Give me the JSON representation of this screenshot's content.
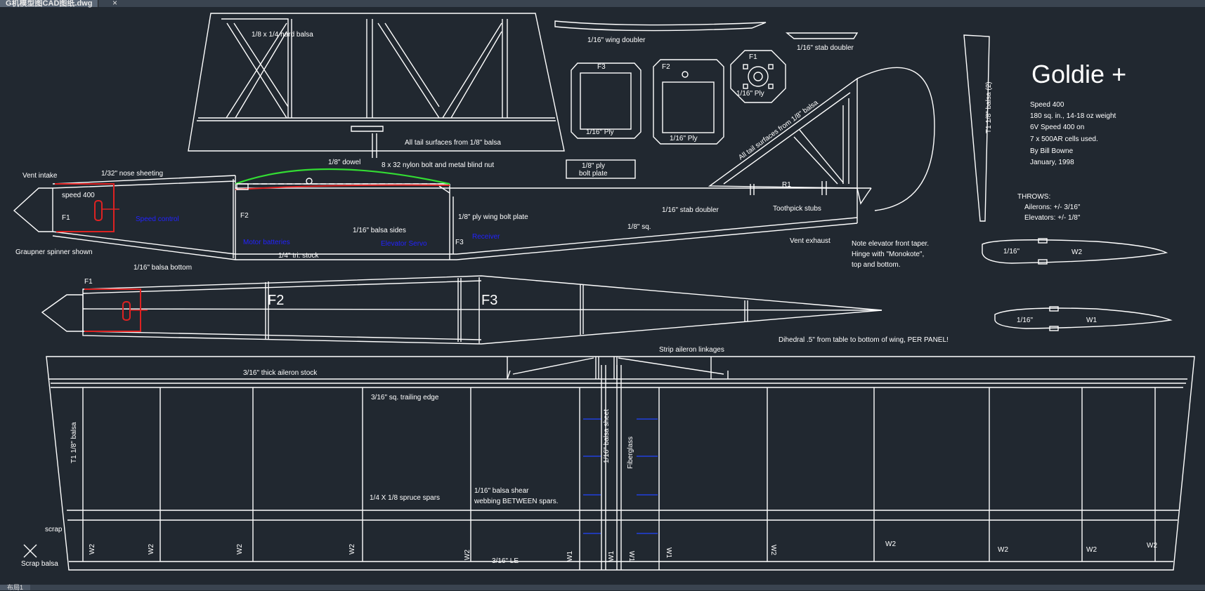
{
  "window": {
    "file_tab": "G机模型图CAD图纸.dwg",
    "layout_tab": "布局1"
  },
  "drawing": {
    "title": "Goldie +",
    "specs": [
      "Speed 400",
      "180 sq. in., 14-18 oz weight",
      "6V Speed 400 on",
      "7 x 500AR cells used.",
      "By Bill Bowne",
      "January, 1998"
    ],
    "throws_title": "THROWS:",
    "throws": [
      "Ailerons: +/- 3/16\"",
      "Elevators: +/- 1/8\""
    ],
    "labels": {
      "hard_balsa": "1/8 x 1/4 hard balsa",
      "tail_surfaces": "All tail surfaces from 1/8\" balsa",
      "tail_surfaces_diag": "All tail surfaces from 1/8\" balsa",
      "wing_doubler": "1/16\" wing doubler",
      "stab_doubler_top": "1/16\" stab doubler",
      "stab_doubler": "1/16\" stab doubler",
      "f1": "F1",
      "f2": "F2",
      "f3": "F3",
      "ply": "1/16\" Ply",
      "ply_bolt_plate": "1/8\" ply",
      "bolt_plate": "bolt plate",
      "dowel": "1/8\" dowel",
      "nylon_bolt": "8 x 32 nylon bolt and metal blind nut",
      "wing_bolt_plate": "1/8\" ply wing bolt plate",
      "vent_intake": "Vent intake",
      "nose_sheeting": "1/32\" nose sheeting",
      "speed_400": "speed 400",
      "speed_control": "Speed control",
      "graupner": "Graupner spinner shown",
      "balsa_bottom": "1/16\" balsa bottom",
      "balsa_sides": "1/16\" balsa sides",
      "tri_stock": "1/4\" tri. stock",
      "motor_batteries": "Motor batteries",
      "elevator_servo": "Elevator Servo",
      "receiver": "Receiver",
      "one_eighth_sq": "1/8\" sq.",
      "r1": "R1",
      "toothpick": "Toothpick stubs",
      "vent_exhaust": "Vent exhaust",
      "elevator_note": [
        "Note elevator front taper.",
        "Hinge with \"Monokote\",",
        "top and bottom."
      ],
      "t1_side": "T1  1/8\" balsa (2)",
      "w2": "W2",
      "w1": "W1",
      "sixteenth": "1/16\"",
      "dihedral": "Dihedral .5\" from table to bottom of wing, PER PANEL!",
      "strip_aileron": "Strip aileron linkages",
      "aileron_stock": "3/16\" thick aileron stock",
      "trailing_edge": "3/16\" sq. trailing edge",
      "t1_wing": "T1  1/8\" balsa",
      "spruce_spars": "1/4 X 1/8 spruce spars",
      "shear_webbing": [
        "1/16\" balsa shear",
        "webbing BETWEEN spars."
      ],
      "balsa_sheet": "1/16\" balsa sheet",
      "fiberglass": "Fiberglass",
      "scrap": "scrap",
      "scrap_balsa": "Scrap balsa",
      "le": "3/16\" LE"
    }
  }
}
